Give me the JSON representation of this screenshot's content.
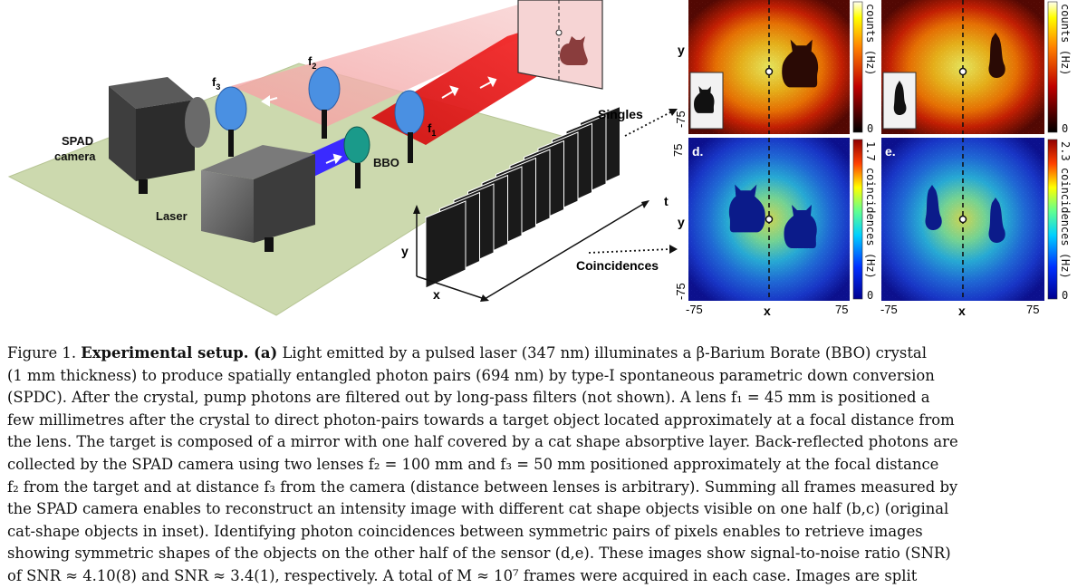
{
  "setup": {
    "labels": {
      "spad_camera_line1": "SPAD",
      "spad_camera_line2": "camera",
      "laser": "Laser",
      "bbo": "BBO",
      "f1": "f",
      "f1_sub": "1",
      "f2": "f",
      "f2_sub": "2",
      "f3": "f",
      "f3_sub": "3",
      "singles": "Singles",
      "coincidences": "Coincidences",
      "axis_t": "t",
      "axis_x": "x",
      "axis_y": "y"
    }
  },
  "panels": [
    {
      "letter": "",
      "colorbar_label": "counts (Hz)",
      "cb_max": "",
      "cb_min": "0",
      "colormap": "hot",
      "has_inset": true
    },
    {
      "letter": "",
      "colorbar_label": "counts (Hz)",
      "cb_max": "",
      "cb_min": "0",
      "colormap": "hot",
      "has_inset": true
    },
    {
      "letter": "d.",
      "colorbar_label": "coincidences (Hz)",
      "cb_max": "1.7",
      "cb_min": "0",
      "colormap": "jet",
      "has_inset": false
    },
    {
      "letter": "e.",
      "colorbar_label": "coincidences (Hz)",
      "cb_max": "2.3",
      "cb_min": "0",
      "colormap": "jet",
      "has_inset": false
    }
  ],
  "axes": {
    "x_label": "x",
    "y_label": "y",
    "tick_min": "-75",
    "tick_max": "75"
  },
  "caption": {
    "lines": [
      "Figure 1.   Experimental setup. (a) Light emitted by a pulsed laser (347 nm) illuminates a β-Barium Borate (BBO) crystal",
      "(1 mm thickness) to produce spatially entangled photon pairs (694 nm) by type-I spontaneous parametric down conversion",
      "(SPDC). After the crystal, pump photons are filtered out by long-pass filters (not shown). A lens f₁ = 45 mm is positioned a",
      "few millimetres after the crystal to direct photon-pairs towards a target object located approximately at a focal distance from",
      "the lens. The target is composed of a mirror with one half covered by a cat shape absorptive layer. Back-reflected photons are",
      "collected by the SPAD camera using two lenses f₂ = 100 mm and f₃ = 50 mm positioned approximately at the focal distance",
      "f₂ from the target and at distance f₃ from the camera (distance between lenses is arbitrary). Summing all frames measured by",
      "the SPAD camera enables to reconstruct an intensity image with different cat shape objects visible on one half (b,c) (original",
      "cat-shape objects in inset). Identifying photon coincidences between symmetric pairs of pixels enables to retrieve images",
      "showing symmetric shapes of the objects on the other half of the sensor (d,e). These images show signal-to-noise ratio (SNR)",
      "of SNR ≈ 4.10(8) and SNR ≈ 3.4(1), respectively. A total of M ≈ 10⁷ frames were acquired in each case. Images are split"
    ]
  }
}
